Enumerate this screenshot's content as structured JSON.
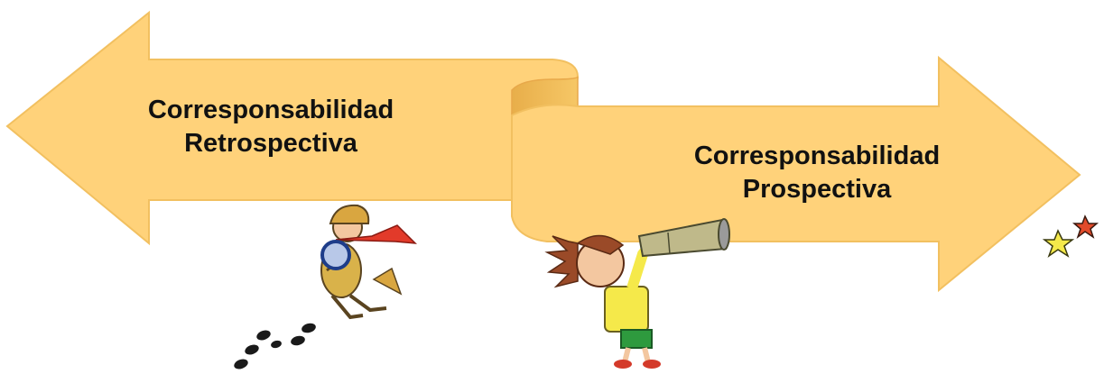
{
  "diagram": {
    "left_arrow": {
      "line1": "Corresponsabilidad",
      "line2": "Retrospectiva",
      "fill": "#FFD27A"
    },
    "right_arrow": {
      "line1": "Corresponsabilidad",
      "line2": "Prospectiva",
      "fill": "#FFD27A"
    },
    "outline_color": "#F2C060",
    "illustrations": [
      "detective-with-magnifier",
      "footprints",
      "child-with-telescope",
      "stars"
    ]
  }
}
